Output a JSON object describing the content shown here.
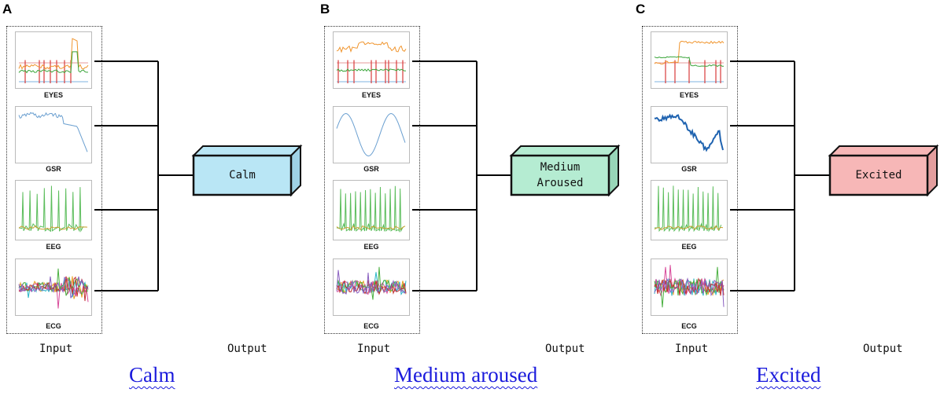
{
  "panels": [
    {
      "letter": "A",
      "inputs": [
        {
          "label": "EYES",
          "kind": "eyes"
        },
        {
          "label": "GSR",
          "kind": "gsr"
        },
        {
          "label": "EEG",
          "kind": "eeg"
        },
        {
          "label": "ECG",
          "kind": "ecg"
        }
      ],
      "input_label": "Input",
      "output_label": "Output",
      "output_box": {
        "label": "Calm",
        "color": "#b9e6f5",
        "side_color": "#9fd2e6"
      },
      "caption": "Calm"
    },
    {
      "letter": "B",
      "inputs": [
        {
          "label": "EYES",
          "kind": "eyes"
        },
        {
          "label": "GSR",
          "kind": "gsr"
        },
        {
          "label": "EEG",
          "kind": "eeg"
        },
        {
          "label": "ECG",
          "kind": "ecg"
        }
      ],
      "input_label": "Input",
      "output_label": "Output",
      "output_box": {
        "label": "Medium\nAroused",
        "color": "#b5ecd2",
        "side_color": "#98d6b8"
      },
      "caption": "Medium aroused"
    },
    {
      "letter": "C",
      "inputs": [
        {
          "label": "EYES",
          "kind": "eyes"
        },
        {
          "label": "GSR",
          "kind": "gsr"
        },
        {
          "label": "EEG",
          "kind": "eeg"
        },
        {
          "label": "ECG",
          "kind": "ecg"
        }
      ],
      "input_label": "Input",
      "output_label": "Output",
      "output_box": {
        "label": "Excited",
        "color": "#f7b7b7",
        "side_color": "#e49e9e"
      },
      "caption": "Excited"
    }
  ]
}
